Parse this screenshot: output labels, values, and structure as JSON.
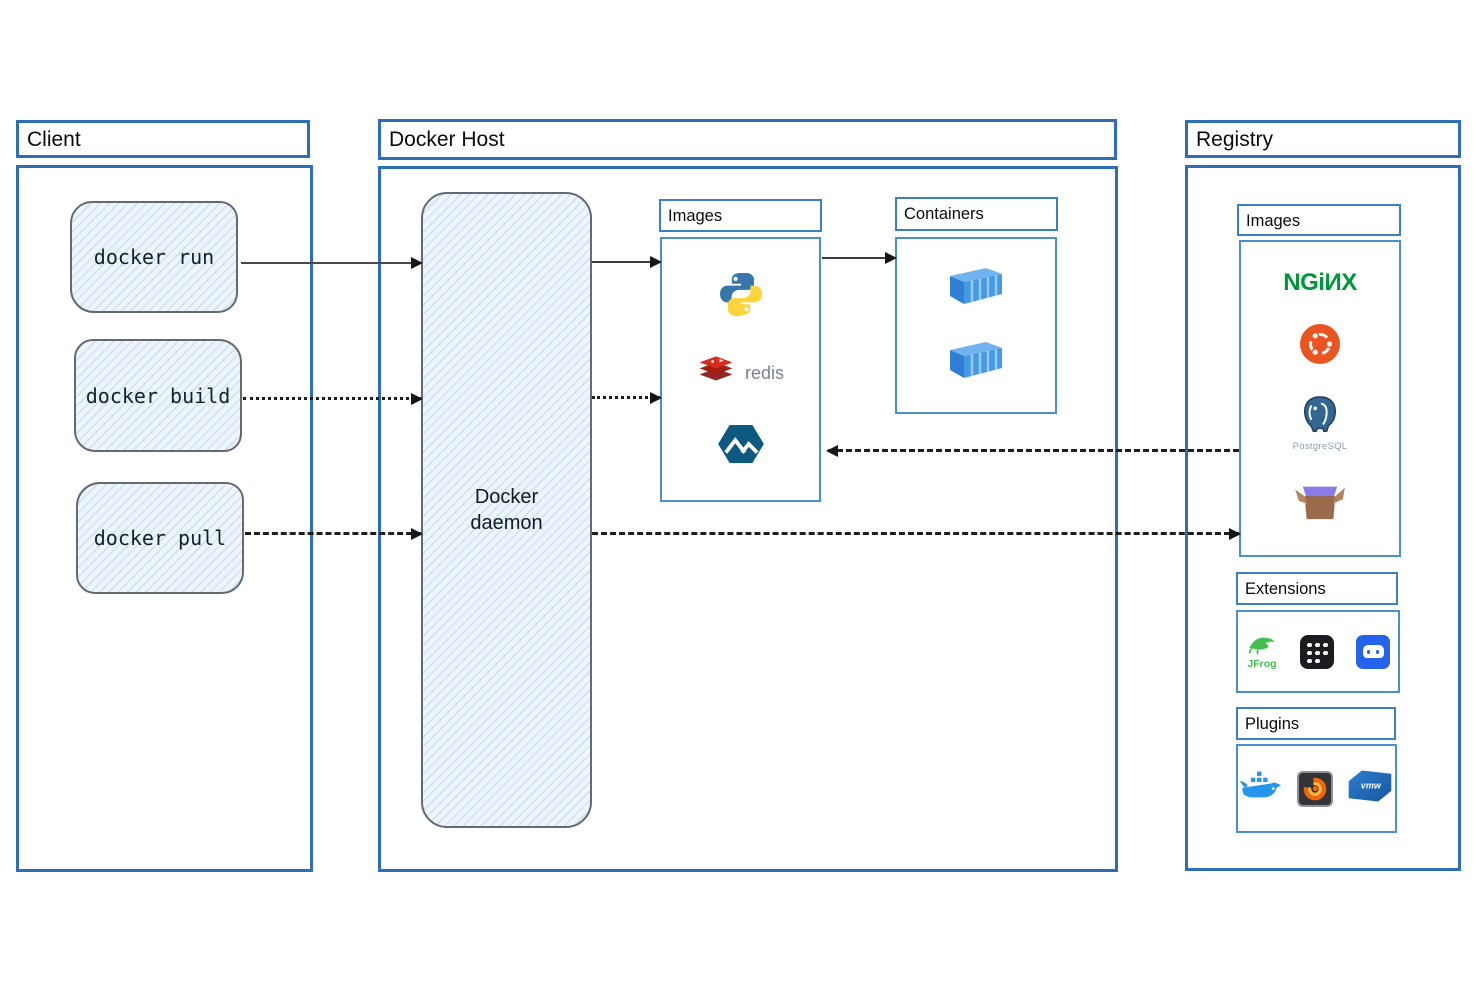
{
  "client": {
    "title": "Client",
    "commands": [
      {
        "label": "docker run"
      },
      {
        "label": "docker build"
      },
      {
        "label": "docker pull"
      }
    ]
  },
  "docker_host": {
    "title": "Docker Host",
    "daemon_label": "Docker daemon",
    "images": {
      "title": "Images",
      "items": [
        "python-image",
        "redis-image",
        "alpine-image"
      ],
      "redis_label": "redis"
    },
    "containers": {
      "title": "Containers",
      "items": [
        "container",
        "container"
      ]
    }
  },
  "registry": {
    "title": "Registry",
    "images": {
      "title": "Images",
      "items": [
        "nginx-image",
        "ubuntu-image",
        "postgresql-image",
        "open-box-image"
      ],
      "nginx_label": "NGiИX",
      "postgresql_label": "PostgreSQL"
    },
    "extensions": {
      "title": "Extensions",
      "items": [
        "jfrog-extension",
        "app-grid-extension",
        "vm-disk-extension"
      ],
      "jfrog_label": "JFrog"
    },
    "plugins": {
      "title": "Plugins",
      "items": [
        "docker-plugin",
        "grafana-plugin",
        "vmware-plugin"
      ],
      "vmware_label": "vmw"
    }
  },
  "colors": {
    "box_border_blue": "#2e6eb5",
    "inner_border_blue": "#4a8fd0",
    "sketch_fill": "#eef5fc",
    "sketch_border": "#646a71",
    "arrow": "#1e1e1e",
    "nginx_green": "#009639",
    "ubuntu_orange": "#e95420",
    "redis_red": "#d82c20",
    "alpine_blue": "#0d597f",
    "python_blue": "#3776ab",
    "python_yellow": "#ffd43b",
    "postgres_blue": "#336791",
    "container_blue": "#3d8fe0",
    "jfrog_green": "#43bf4d",
    "docker_blue": "#2496ed"
  }
}
